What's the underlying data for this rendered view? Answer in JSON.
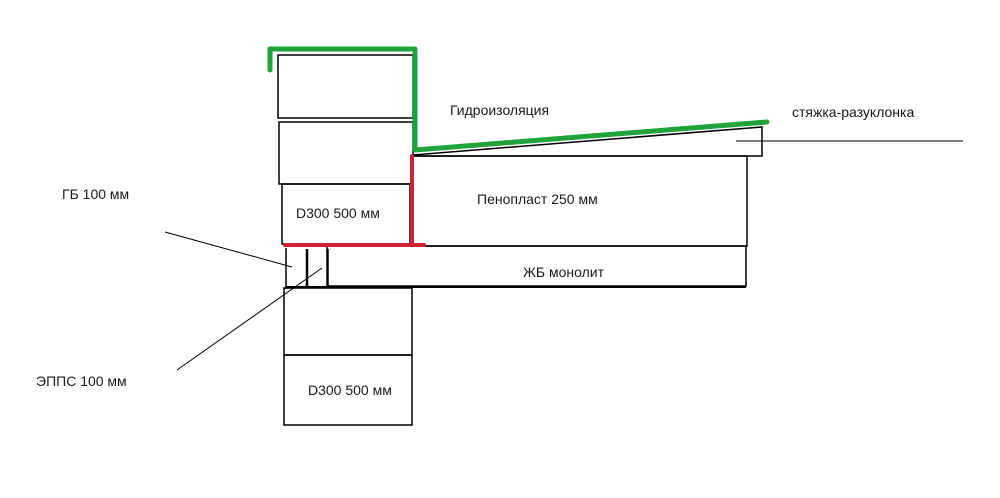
{
  "diagram": {
    "type": "construction cross-section sketch",
    "labels": {
      "waterproofing": "Гидроизоляция",
      "screed": "стяжка-разуклонка",
      "aerated_concrete_top": "D300 500 мм",
      "aerated_concrete_bottom": "D300 500 мм",
      "foam_insulation": "Пенопласт 250 мм",
      "rc_slab": "ЖБ монолит",
      "gb_block": "ГБ 100 мм",
      "xps": "ЭППС 100 мм"
    },
    "colors": {
      "waterproofing_line": "#1fa33a",
      "insulation_line": "#cc2433",
      "outline": "#000000",
      "background": "#ffffff"
    }
  }
}
